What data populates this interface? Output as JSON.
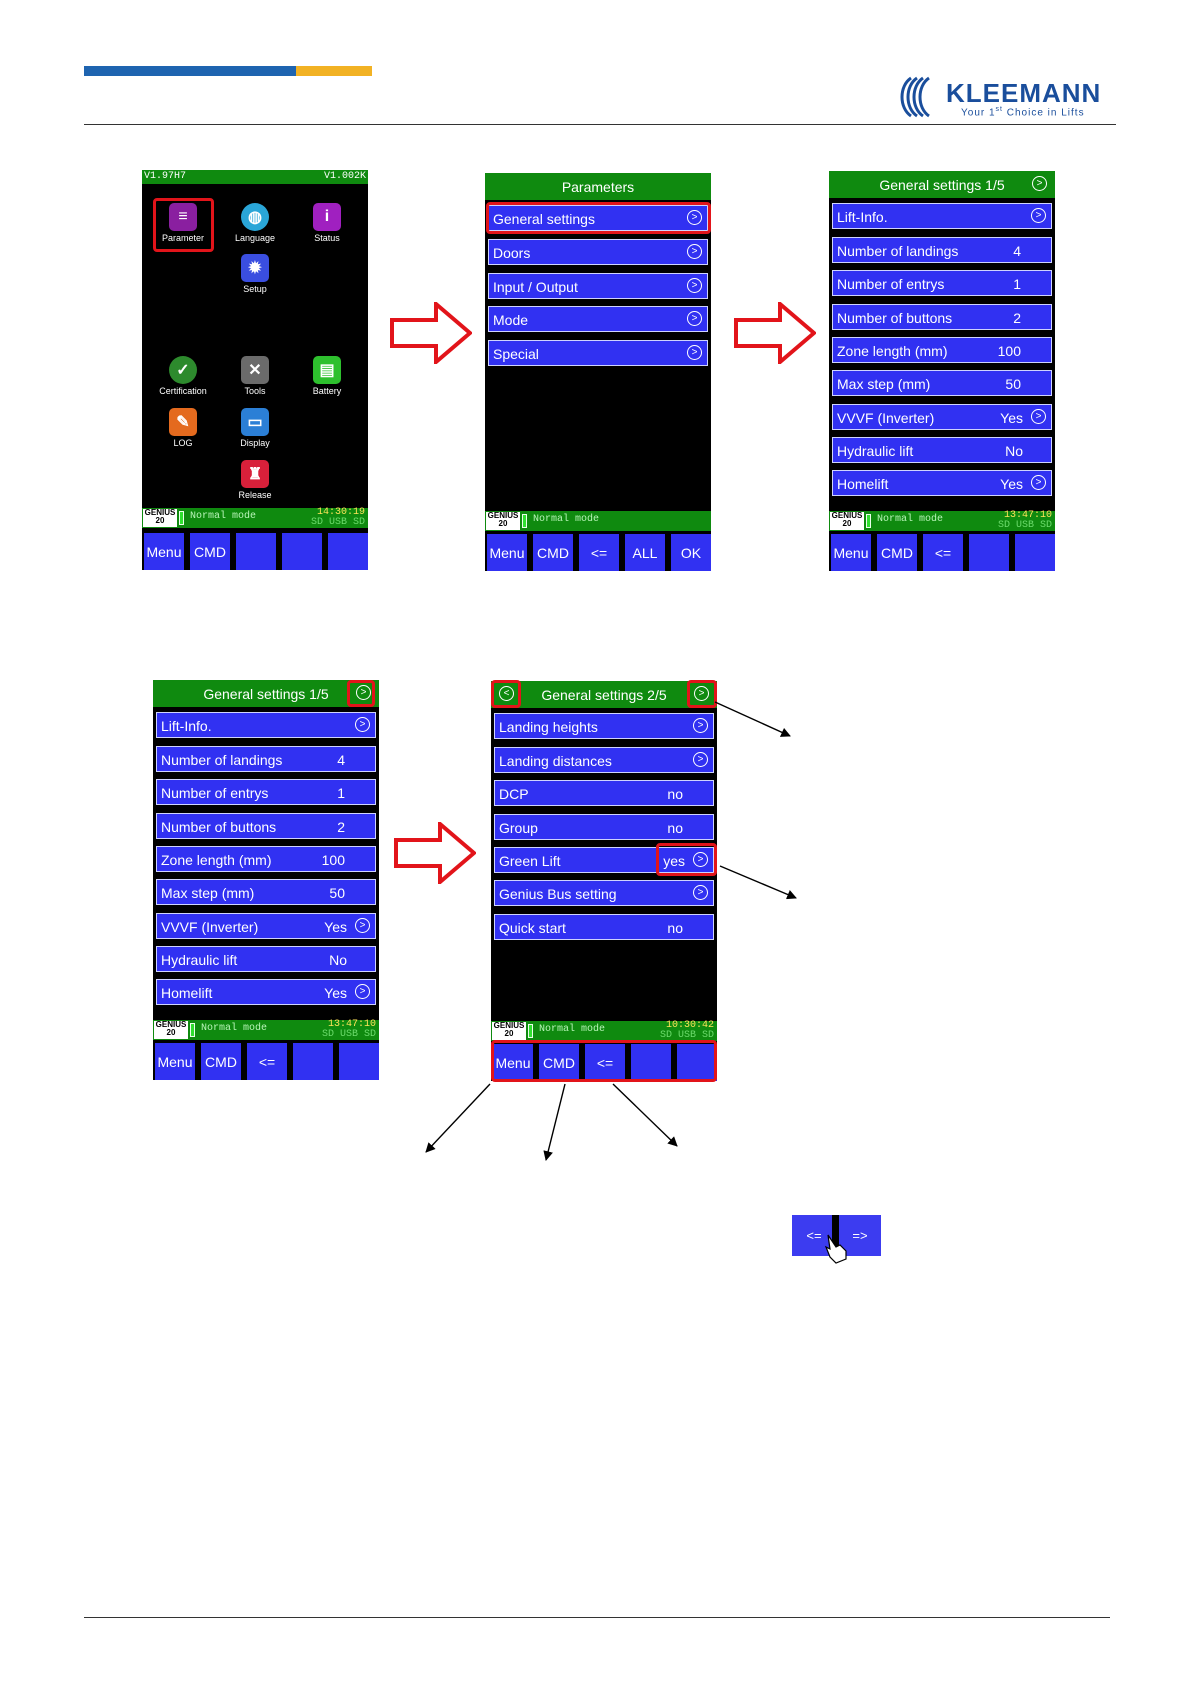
{
  "brand": {
    "name": "KLEEMANN",
    "tagline_pre": "Your 1",
    "tagline_sup": "st",
    "tagline_post": " Choice in Lifts"
  },
  "home_screen": {
    "version_left": "V1.97H7",
    "version_right": "V1.002K",
    "apps": [
      "Parameter",
      "Language",
      "Status",
      "Setup",
      "Certification",
      "Tools",
      "Battery",
      "LOG",
      "Display",
      "Release"
    ],
    "genius": [
      "GENIUS",
      "20"
    ],
    "mode": "Normal mode",
    "time": "14:30:19",
    "storage": "SD USB SD",
    "buttons": [
      "Menu",
      "CMD",
      "",
      "",
      ""
    ]
  },
  "params_screen": {
    "title": "Parameters",
    "items": [
      "General settings",
      "Doors",
      "Input / Output",
      "Mode",
      "Special"
    ],
    "mode": "Normal mode",
    "buttons": [
      "Menu",
      "CMD",
      "<=",
      "ALL",
      "OK"
    ]
  },
  "gs1": {
    "title": "General settings 1/5",
    "rows": [
      {
        "label": "Lift-Info.",
        "value": ""
      },
      {
        "label": "Number of landings",
        "value": "4"
      },
      {
        "label": "Number of entrys",
        "value": "1"
      },
      {
        "label": "Number of buttons",
        "value": "2"
      },
      {
        "label": "Zone length (mm)",
        "value": "100"
      },
      {
        "label": "Max step (mm)",
        "value": "50"
      },
      {
        "label": "VVVF (Inverter)",
        "value": "Yes"
      },
      {
        "label": "Hydraulic lift",
        "value": "No"
      },
      {
        "label": "Homelift",
        "value": "Yes"
      }
    ],
    "mode": "Normal mode",
    "time": "13:47:10",
    "storage": "SD USB SD",
    "buttons": [
      "Menu",
      "CMD",
      "<=",
      "",
      ""
    ]
  },
  "gs2": {
    "title": "General settings 2/5",
    "rows": [
      {
        "label": "Landing heights",
        "value": ""
      },
      {
        "label": "Landing distances",
        "value": ""
      },
      {
        "label": "DCP",
        "value": "no"
      },
      {
        "label": "Group",
        "value": "no"
      },
      {
        "label": "Green Lift",
        "value": "yes"
      },
      {
        "label": "Genius Bus setting",
        "value": ""
      },
      {
        "label": "Quick start",
        "value": "no"
      }
    ],
    "mode": "Normal mode",
    "time": "10:30:42",
    "storage": "SD USB SD",
    "buttons": [
      "Menu",
      "CMD",
      "<=",
      "",
      ""
    ]
  },
  "nav_widget": {
    "left": "<=",
    "right": "=>"
  },
  "colors": {
    "screen_blue": "#3131f2",
    "screen_green": "#0f8a0f",
    "highlight_red": "#e2141a",
    "brand_blue": "#1e64b0",
    "brand_yellow": "#f2b224"
  }
}
